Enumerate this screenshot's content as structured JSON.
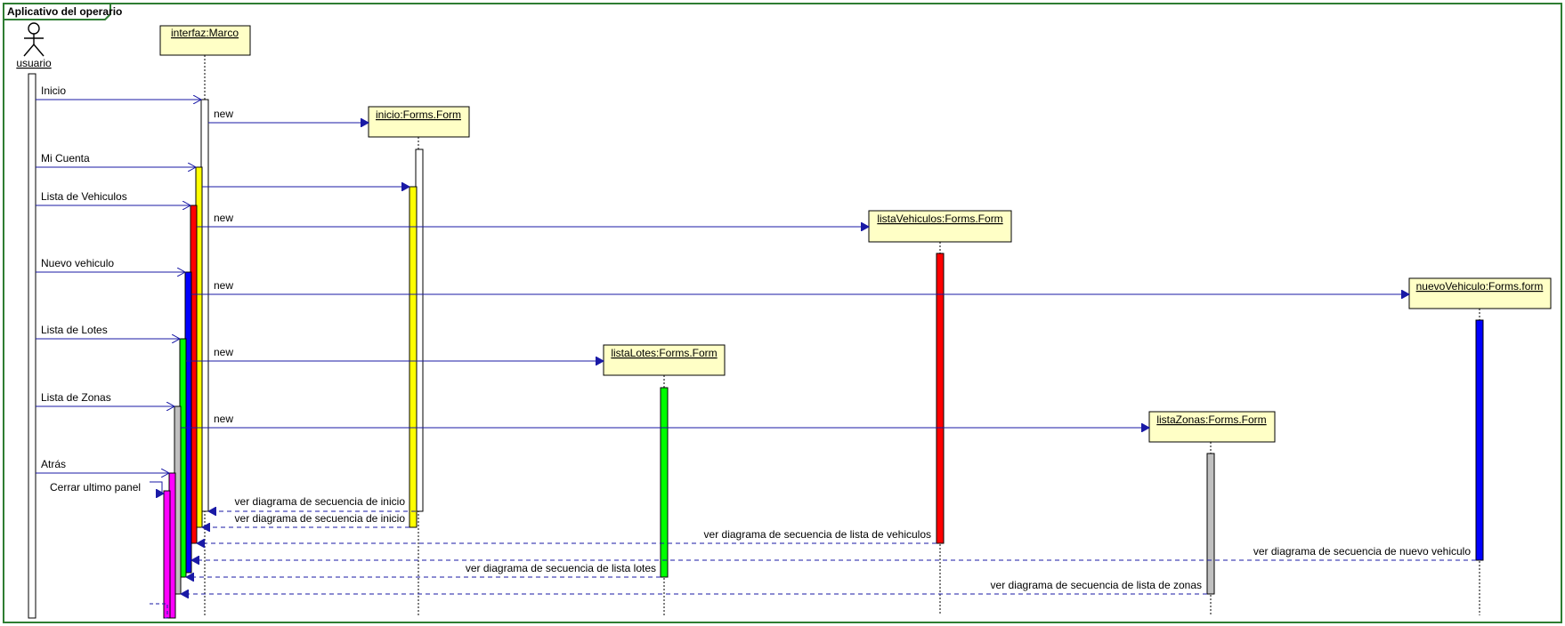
{
  "frame": {
    "title": "Aplicativo del operario"
  },
  "actor": {
    "label": "usuario"
  },
  "lifelines": {
    "marco": "interfaz:Marco",
    "inicio": "inicio:Forms.Form",
    "listaVehiculos": "listaVehiculos:Forms.Form",
    "nuevoVehiculo": "nuevoVehiculo:Forms.form",
    "listaLotes": "listaLotes:Forms.Form",
    "listaZonas": "listaZonas:Forms.Form"
  },
  "messages": {
    "inicio": "Inicio",
    "new_inicio": "new",
    "mi_cuenta": "Mi Cuenta",
    "lista_vehiculos": "Lista de Vehiculos",
    "new_lista_vehiculos": "new",
    "nuevo_vehiculo": "Nuevo vehiculo",
    "new_nuevo_vehiculo": "new",
    "lista_lotes": "Lista de Lotes",
    "new_lista_lotes": "new",
    "lista_zonas": "Lista de Zonas",
    "new_lista_zonas": "new",
    "atras": "Atrás",
    "cerrar": "Cerrar ultimo panel"
  },
  "returns": {
    "inicio_1": "ver diagrama de secuencia de inicio",
    "inicio_2": "ver diagrama de secuencia de inicio",
    "lista_vehiculos": "ver diagrama de secuencia de lista de vehiculos",
    "nuevo_vehiculo": "ver diagrama de secuencia de nuevo vehiculo",
    "lista_lotes": "ver diagrama de secuencia de lista lotes",
    "lista_zonas": "ver diagrama de secuencia de lista de zonas"
  },
  "colors": {
    "frame": "#2e7d32",
    "message": "#1a1aa6",
    "object_fill": "#ffffc6",
    "activation_white": "#ffffff",
    "activation_gray": "#c0c0c0",
    "activation_yellow": "#ffff00",
    "activation_red": "#ff0000",
    "activation_blue": "#0000ff",
    "activation_green": "#00ff00",
    "activation_magenta": "#ff00ff"
  }
}
